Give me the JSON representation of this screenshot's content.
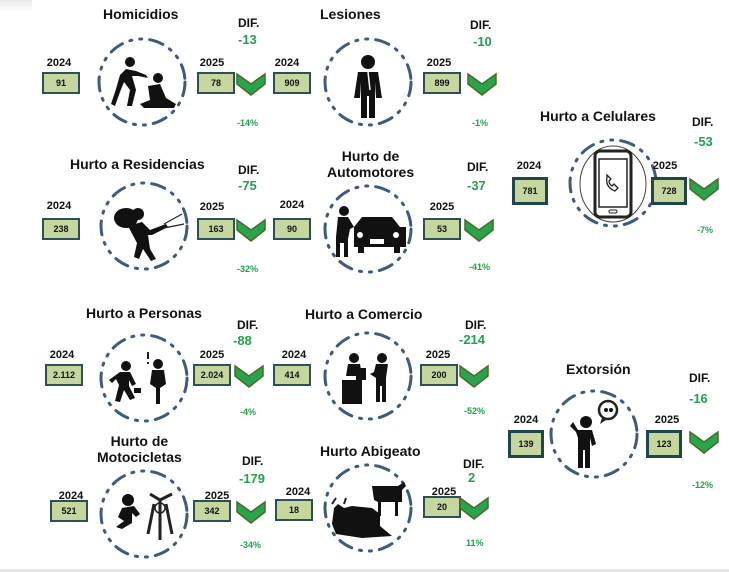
{
  "labels": {
    "year_a": "2024",
    "year_b": "2025",
    "dif": "DIF."
  },
  "colors": {
    "box_fill": "#c5d79e",
    "box_border": "#2e4f57",
    "dif_green": "#22a24c",
    "circle_dash": "#3d5a80",
    "chevron_fill": "#2aa44a",
    "chevron_edge": "#4a6a2c"
  },
  "cards": [
    {
      "title": "Homicidios",
      "v2024": "91",
      "v2025": "78",
      "dif": "-13",
      "pct": "-14%",
      "icon": "homicide-icon",
      "trend": "down"
    },
    {
      "title": "Lesiones",
      "v2024": "909",
      "v2025": "899",
      "dif": "-10",
      "pct": "-1%",
      "icon": "injured-person-icon",
      "trend": "down"
    },
    {
      "title": "Hurto a Celulares",
      "v2024": "781",
      "v2025": "728",
      "dif": "-53",
      "pct": "-7%",
      "icon": "cellphone-icon",
      "trend": "down"
    },
    {
      "title": "Hurto a Residencias",
      "v2024": "238",
      "v2025": "163",
      "dif": "-75",
      "pct": "-32%",
      "icon": "burglar-icon",
      "trend": "down"
    },
    {
      "title": "Hurto de Automotores",
      "v2024": "90",
      "v2025": "53",
      "dif": "-37",
      "pct": "-41%",
      "icon": "car-theft-icon",
      "trend": "down"
    },
    {
      "title": "Hurto a Personas",
      "v2024": "2.112",
      "v2025": "2.024",
      "dif": "-88",
      "pct": "-4%",
      "icon": "pickpocket-icon",
      "trend": "down"
    },
    {
      "title": "Hurto a Comercio",
      "v2024": "414",
      "v2025": "200",
      "dif": "-214",
      "pct": "-52%",
      "icon": "shop-counter-icon",
      "trend": "down"
    },
    {
      "title": "Extorsión",
      "v2024": "139",
      "v2025": "123",
      "dif": "-16",
      "pct": "-12%",
      "icon": "extortion-call-icon",
      "trend": "down"
    },
    {
      "title": "Hurto de Motocicletas",
      "v2024": "521",
      "v2025": "342",
      "dif": "-179",
      "pct": "-34%",
      "icon": "motorcycle-theft-icon",
      "trend": "down"
    },
    {
      "title": "Hurto Abigeato",
      "v2024": "18",
      "v2025": "20",
      "dif": "2",
      "pct": "11%",
      "icon": "cattle-icon",
      "trend": "down"
    }
  ],
  "title_lines": {
    "automotores": [
      "Hurto de",
      "Automotores"
    ],
    "motocicletas": [
      "Hurto de",
      "Motocicletas"
    ]
  }
}
